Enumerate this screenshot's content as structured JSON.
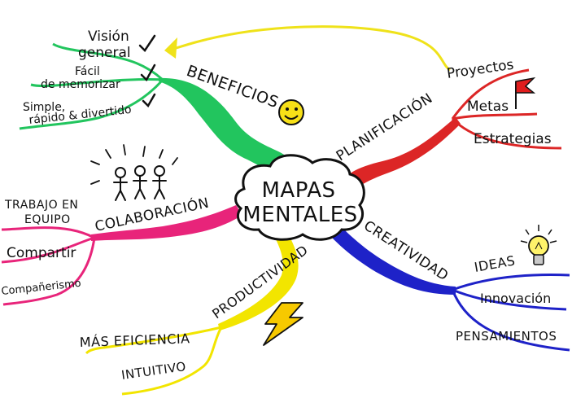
{
  "colors": {
    "beneficios": "#22c55e",
    "planificacion": "#dc2626",
    "creatividad": "#1e22c8",
    "productividad": "#f2e500",
    "colaboracion": "#e8247a",
    "connector": "#efe21a",
    "outline": "#111111"
  },
  "center": {
    "line1": "MAPAS",
    "line2": "MENTALES"
  },
  "branches": {
    "beneficios": {
      "label": "BENEFICIOS",
      "icon": "smiley-face-icon",
      "items": [
        {
          "line1": "Visión",
          "line2": "general"
        },
        {
          "line1": "Fácil",
          "line2": "de memorizar"
        },
        {
          "line1": "Simple,",
          "line2": "rápido & divertido"
        }
      ]
    },
    "planificacion": {
      "label": "PLANIFICACIÓN",
      "items": [
        "Proyectos",
        "Metas",
        "Estrategias"
      ],
      "icon": "red-flag-icon"
    },
    "creatividad": {
      "label": "CREATIVIDAD",
      "items": [
        "IDEAS",
        "Innovación",
        "PENSAMIENTOS"
      ],
      "icon": "lightbulb-icon"
    },
    "productividad": {
      "label": "PRODUCTIVIDAD",
      "items": [
        "MÁS EFICIENCIA",
        "INTUITIVO"
      ],
      "icon": "lightning-bolt-icon"
    },
    "colaboracion": {
      "label": "COLABORACIÓN",
      "items": [
        {
          "line1": "TRABAJO EN",
          "line2": "EQUIPO"
        },
        {
          "line1": "Compartir"
        },
        {
          "line1": "Compañerismo"
        }
      ],
      "icon": "stick-figures-team-icon"
    }
  }
}
